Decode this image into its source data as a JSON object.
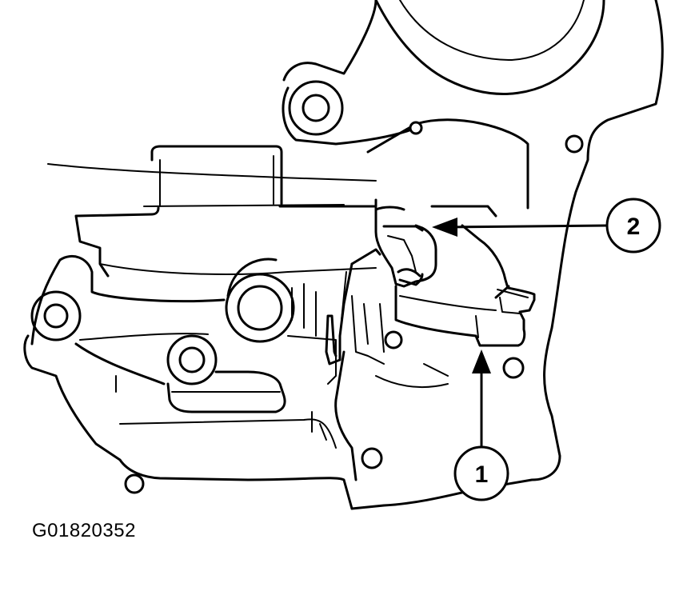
{
  "figure": {
    "id_label": "G01820352"
  },
  "callouts": [
    {
      "number": "1"
    },
    {
      "number": "2"
    }
  ],
  "colors": {
    "line": "#000000",
    "background": "#ffffff"
  }
}
